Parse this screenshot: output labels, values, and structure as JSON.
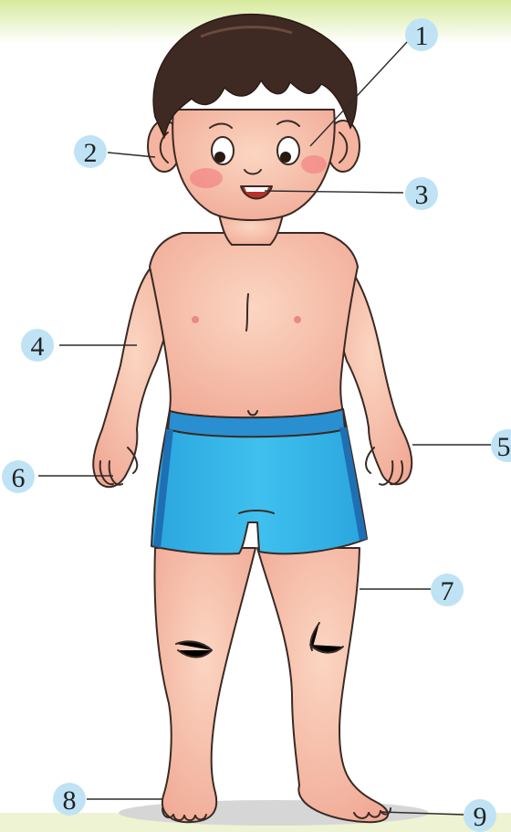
{
  "labels": [
    "1",
    "2",
    "3",
    "4",
    "5",
    "6",
    "7",
    "8",
    "9"
  ],
  "colors": {
    "top_band": "#dfeeb3",
    "skin": "#f7c7b0",
    "skin_shadow": "#ee9f8d",
    "blush": "#f2727a",
    "hair": "#3e2a22",
    "shorts": "#33b5e5",
    "shorts_trim": "#1f6fb3",
    "label_circle": "#bfe3f5",
    "ground_shadow": "#cfcfcf"
  },
  "icons": {
    "figure": "child-in-swim-shorts"
  }
}
